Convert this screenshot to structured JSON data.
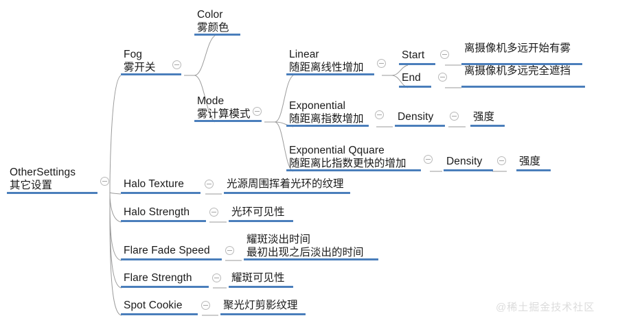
{
  "diagram": {
    "type": "mind-map",
    "title": "OtherSettings mind map",
    "accent_color": "#4a7ebb",
    "text_color": "#1a1a1a",
    "background_color": "#ffffff",
    "watermark": "@稀土掘金技术社区"
  },
  "nodes": {
    "root": {
      "en": "OtherSettings",
      "cn": "其它设置"
    },
    "fog": {
      "en": "Fog",
      "cn": "雾开关"
    },
    "color": {
      "en": "Color",
      "cn": "雾颜色"
    },
    "mode": {
      "en": "Mode",
      "cn": "雾计算模式"
    },
    "linear": {
      "en": "Linear",
      "cn": "随距离线性增加"
    },
    "start": {
      "en": "Start",
      "cn": ""
    },
    "start_desc": {
      "en": "",
      "cn": "离摄像机多远开始有雾"
    },
    "end": {
      "en": "End",
      "cn": ""
    },
    "end_desc": {
      "en": "",
      "cn": "离摄像机多远完全遮挡"
    },
    "exponential": {
      "en": "Exponential",
      "cn": "随距离指数增加"
    },
    "exp_density": {
      "en": "Density",
      "cn": ""
    },
    "exp_density_desc": {
      "en": "",
      "cn": "强度"
    },
    "exponential_square": {
      "en": "Exponential Qquare",
      "cn": "随距离比指数更快的增加"
    },
    "exp2_density": {
      "en": "Density",
      "cn": ""
    },
    "exp2_density_desc": {
      "en": "",
      "cn": "强度"
    },
    "halo_texture": {
      "en": "Halo Texture",
      "cn": ""
    },
    "halo_texture_desc": {
      "en": "",
      "cn": "光源周围挥着光环的纹理"
    },
    "halo_strength": {
      "en": "Halo Strength",
      "cn": ""
    },
    "halo_strength_desc": {
      "en": "",
      "cn": "光环可见性"
    },
    "flare_fade_speed": {
      "en": "Flare Fade Speed",
      "cn": ""
    },
    "flare_fade_speed_desc": {
      "en": "耀斑淡出时间",
      "cn": "最初出现之后淡出的时间"
    },
    "flare_strength": {
      "en": "Flare Strength",
      "cn": ""
    },
    "flare_strength_desc": {
      "en": "",
      "cn": "耀斑可见性"
    },
    "spot_cookie": {
      "en": "Spot Cookie",
      "cn": ""
    },
    "spot_cookie_desc": {
      "en": "",
      "cn": "聚光灯剪影纹理"
    }
  }
}
